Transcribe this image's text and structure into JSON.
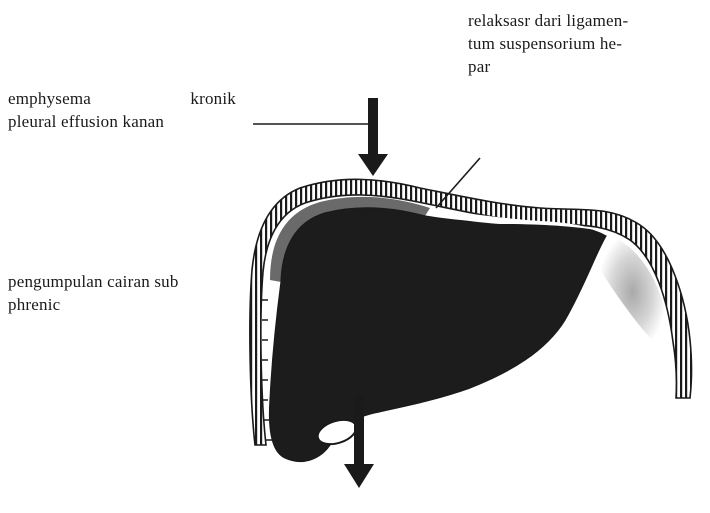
{
  "labels": {
    "ligament": {
      "line1": "relaksasr  dari ligamen-",
      "line2": "tum suspensorium he-",
      "line3": "par"
    },
    "emphysema": {
      "word1": "emphysema",
      "word2": "kronik",
      "line2": "pleural effusion kanan"
    },
    "subphrenic": {
      "line1": "pengumpulan cairan sub",
      "line2": "phrenic"
    }
  },
  "colors": {
    "ink": "#1a1a1a",
    "organ_fill": "#1c1c1c",
    "background": "#ffffff"
  }
}
